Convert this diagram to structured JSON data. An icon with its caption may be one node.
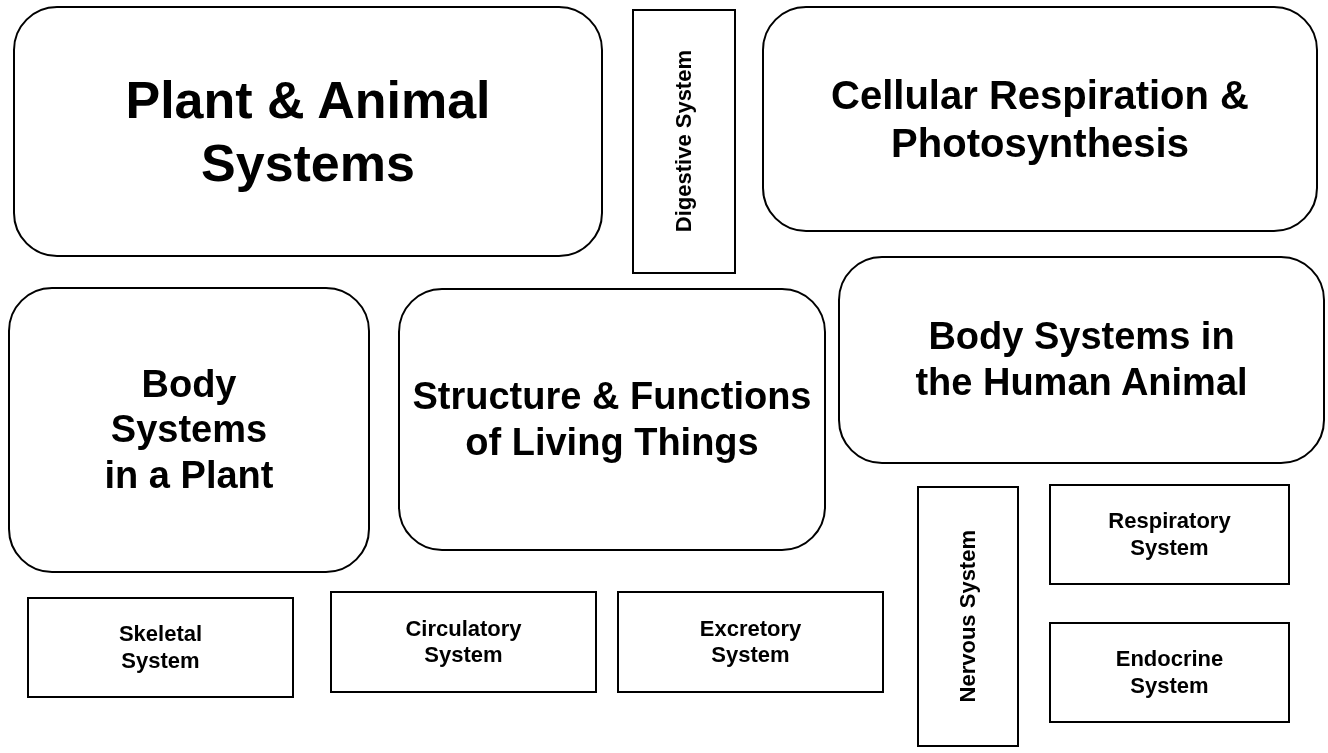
{
  "diagram": {
    "nodes": [
      {
        "text": [
          "Plant & Animal Systems"
        ]
      },
      {
        "text": [
          "Digestive System"
        ]
      },
      {
        "text": [
          "Cellular Respiration & Photosynthesis"
        ]
      },
      {
        "text": [
          "Body Systems in a Plant"
        ]
      },
      {
        "text": [
          "Structure & Functions of Living Things"
        ]
      },
      {
        "text": [
          "Body Systems in the Human Animal"
        ]
      },
      {
        "text": [
          "Nervous System"
        ]
      },
      {
        "text": [
          "Respiratory System"
        ]
      },
      {
        "text": [
          "Skeletal System"
        ]
      },
      {
        "text": [
          "Circulatory System"
        ]
      },
      {
        "text": [
          "Excretory System"
        ]
      },
      {
        "text": [
          "Endocrine System"
        ]
      }
    ]
  }
}
